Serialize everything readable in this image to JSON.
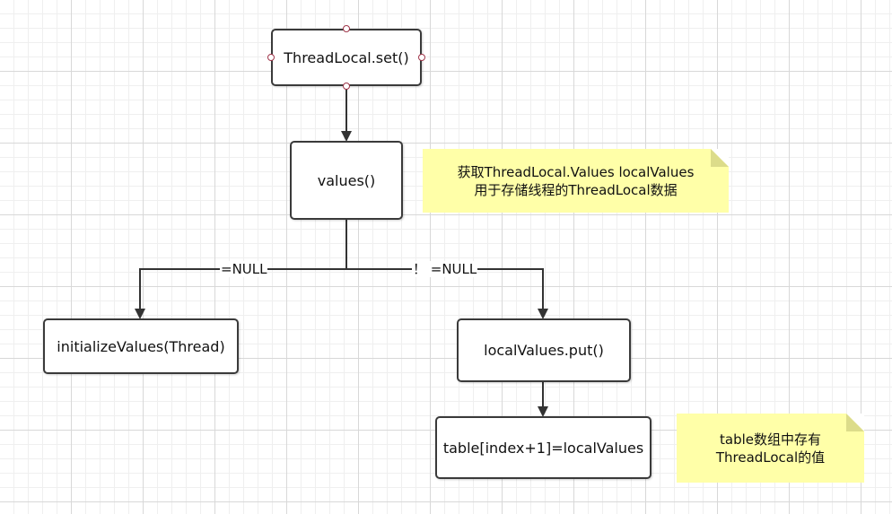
{
  "nodes": {
    "set": "ThreadLocal.set()",
    "values": "values()",
    "initialize": "initializeValues(Thread)",
    "put": "localValues.put()",
    "table": "table[index+1]=localValues"
  },
  "edges": {
    "null_label": "=NULL",
    "not_null_label": "！ =NULL"
  },
  "notes": {
    "values_note": {
      "line1": "获取ThreadLocal.Values localValues",
      "line2": "用于存储线程的ThreadLocal数据"
    },
    "table_note": {
      "line1": "table数组中存有",
      "line2": "ThreadLocal的值"
    }
  },
  "colors": {
    "node_border": "#3a3a3a",
    "note_fill": "#ffffa8",
    "handle_border": "#a0364a"
  }
}
